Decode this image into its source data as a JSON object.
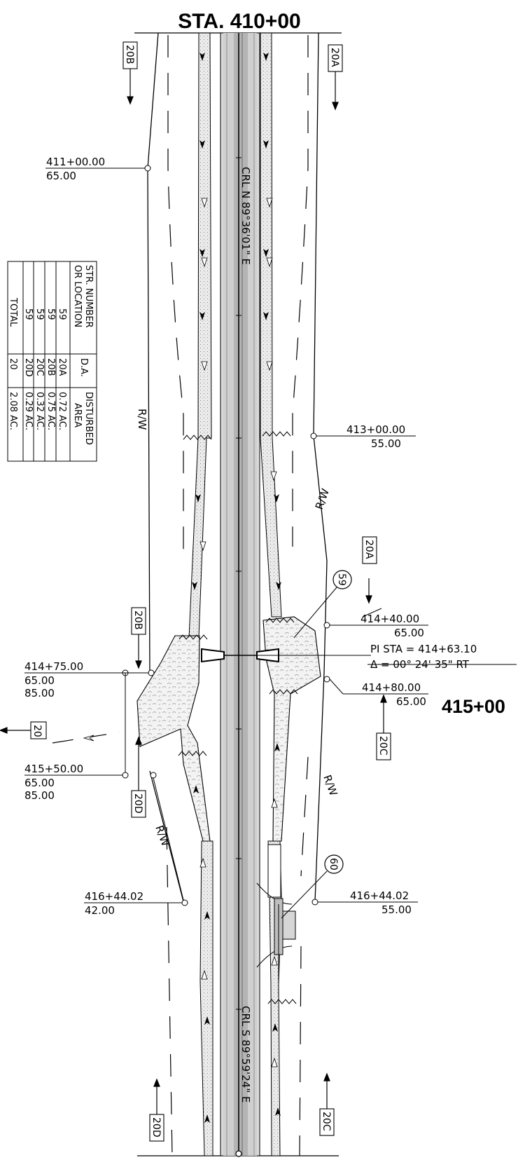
{
  "title": "STA. 410+00",
  "station_415": "415+00",
  "centerline_north": "CRL N 89°36'01\" E",
  "centerline_south": "CRL S 89°59'24\" E",
  "pi_line1": "PI STA = 414+63.10",
  "pi_line2": "Δ = 00° 24' 35\" RT",
  "rw_label": "R/W",
  "sections": {
    "a20A_top": "20A",
    "a20B_top": "20B",
    "a20A_mid": "20A",
    "a20B_mid": "20B",
    "a20": "20",
    "a20C_mid": "20C",
    "a20D_mid": "20D",
    "a20D_bot": "20D",
    "a20C_bot": "20C"
  },
  "structures": {
    "s59": "59",
    "s60": "60"
  },
  "callouts": {
    "c411_sta": "411+00.00",
    "c411_off": "65.00",
    "c413_sta": "413+00.00",
    "c413_off": "55.00",
    "c41440_sta": "414+40.00",
    "c41440_off": "65.00",
    "c41475_sta": "414+75.00",
    "c41475_o1": "65.00",
    "c41475_o2": "85.00",
    "c41480_sta": "414+80.00",
    "c41480_off": "65.00",
    "c41550_sta": "415+50.00",
    "c41550_o1": "65.00",
    "c41550_o2": "85.00",
    "c41644L_sta": "416+44.02",
    "c41644L_off": "42.00",
    "c41644R_sta": "416+44.02",
    "c41644R_off": "55.00"
  },
  "table": {
    "headers": [
      "STR. NUMBER OR LOCATION",
      "D.A.",
      "DISTURBED AREA"
    ],
    "header_lines": {
      "h1a": "STR. NUMBER",
      "h1b": "OR LOCATION",
      "h2": "D.A.",
      "h3a": "DISTURBED",
      "h3b": "AREA"
    },
    "rows": [
      {
        "str": "59",
        "da": "20A",
        "area": "0.72 AC."
      },
      {
        "str": "59",
        "da": "20B",
        "area": "0.75 AC."
      },
      {
        "str": "59",
        "da": "20C",
        "area": "0.32 AC."
      },
      {
        "str": "59",
        "da": "20D",
        "area": "0.29 AC."
      },
      {
        "str": "TOTAL",
        "da": "20",
        "area": "2.08 AC."
      }
    ]
  }
}
